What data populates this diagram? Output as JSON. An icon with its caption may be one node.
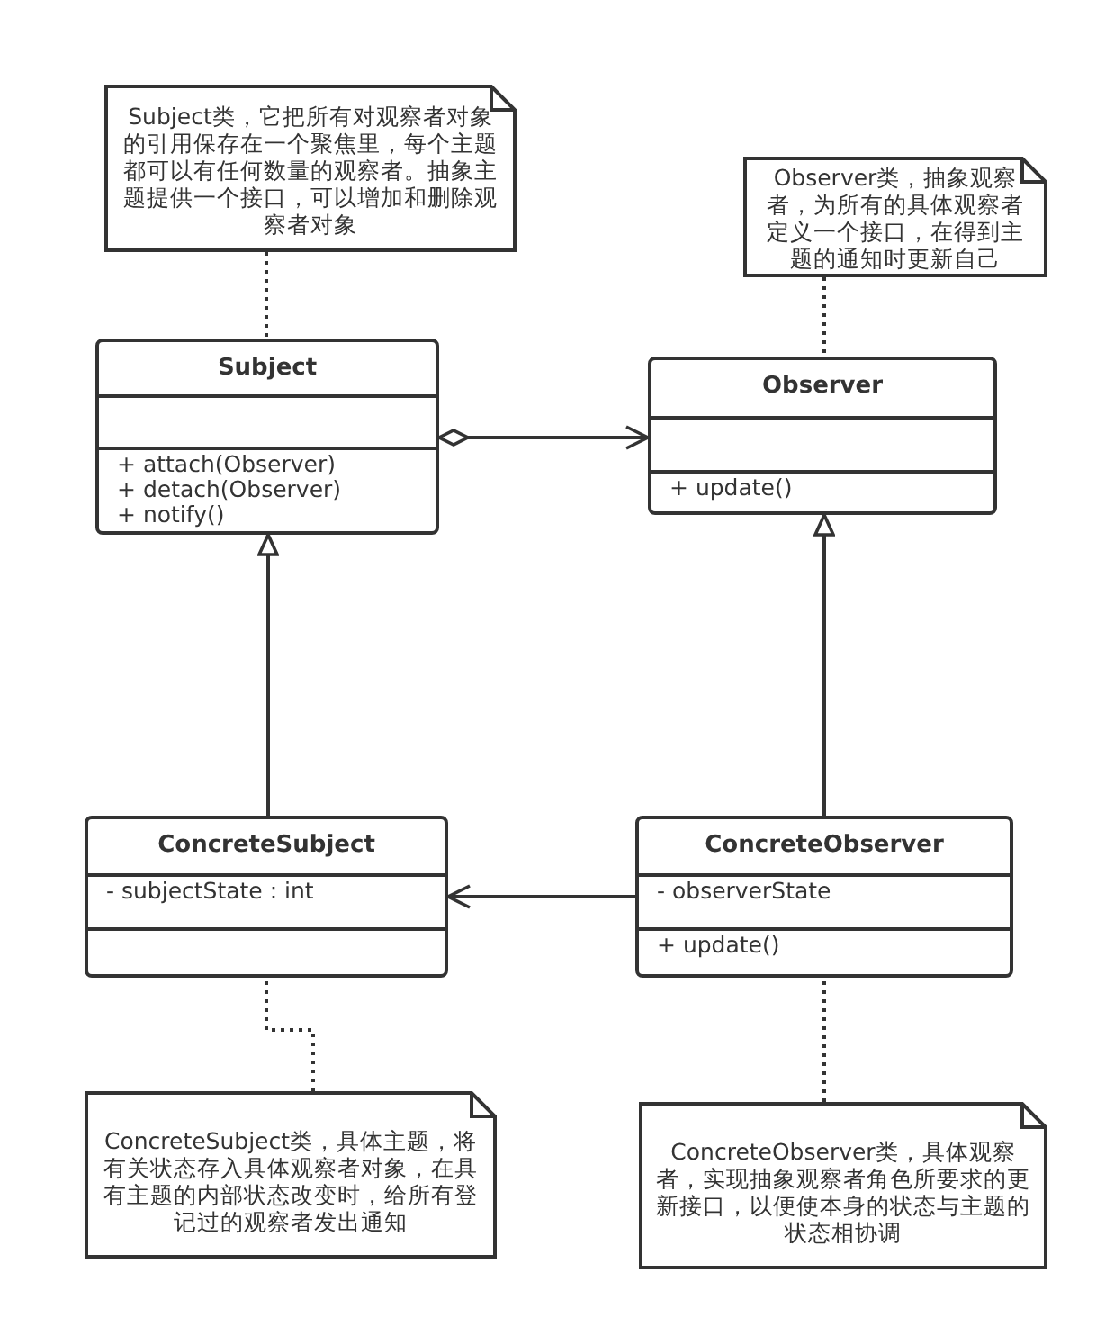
{
  "diagram": {
    "nodes": [
      {
        "text": [
          "Subject类，它把所有对观察者对象的引用保存在一个聚焦里，每个主题都可以有任何数量的观察者。抽象主题提供一个接口，可以增加和删除观察者对象"
        ]
      },
      {
        "text": [
          "Subject",
          "+ attach(Observer)",
          "+ detach(Observer)",
          "+ notify()"
        ]
      },
      {
        "text": [
          "Observer类，抽象观察者，为所有的具体观察者定义一个接口，在得到主题的通知时更新自己"
        ]
      },
      {
        "text": [
          "Observer",
          "+ update()"
        ]
      },
      {
        "text": [
          "ConcreteSubject",
          "- subjectState : int"
        ]
      },
      {
        "text": [
          "ConcreteObserver",
          "- observerState",
          "+ update()"
        ]
      },
      {
        "text": [
          "ConcreteSubject类，具体主题，将有关状态存入具体观察者对象，在具有主题的内部状态改变时，给所有登记过的观察者发出通知"
        ]
      },
      {
        "text": [
          "ConcreteObserver类，具体观察者，实现抽象观察者角色所要求的更新接口，以便使本身的状态与主题的状态相协调"
        ]
      }
    ],
    "edges": [
      {
        "from": 0,
        "to": 1,
        "arrow": "none",
        "style": "dashed"
      },
      {
        "from": 1,
        "to": 3,
        "arrow": "to"
      },
      {
        "from": 2,
        "to": 3,
        "arrow": "none",
        "style": "dashed"
      },
      {
        "from": 4,
        "to": 1,
        "arrow": "to"
      },
      {
        "from": 5,
        "to": 3,
        "arrow": "to"
      },
      {
        "from": 5,
        "to": 4,
        "arrow": "to"
      },
      {
        "from": 6,
        "to": 4,
        "arrow": "none",
        "style": "dashed"
      },
      {
        "from": 7,
        "to": 5,
        "arrow": "none",
        "style": "dashed"
      }
    ]
  }
}
